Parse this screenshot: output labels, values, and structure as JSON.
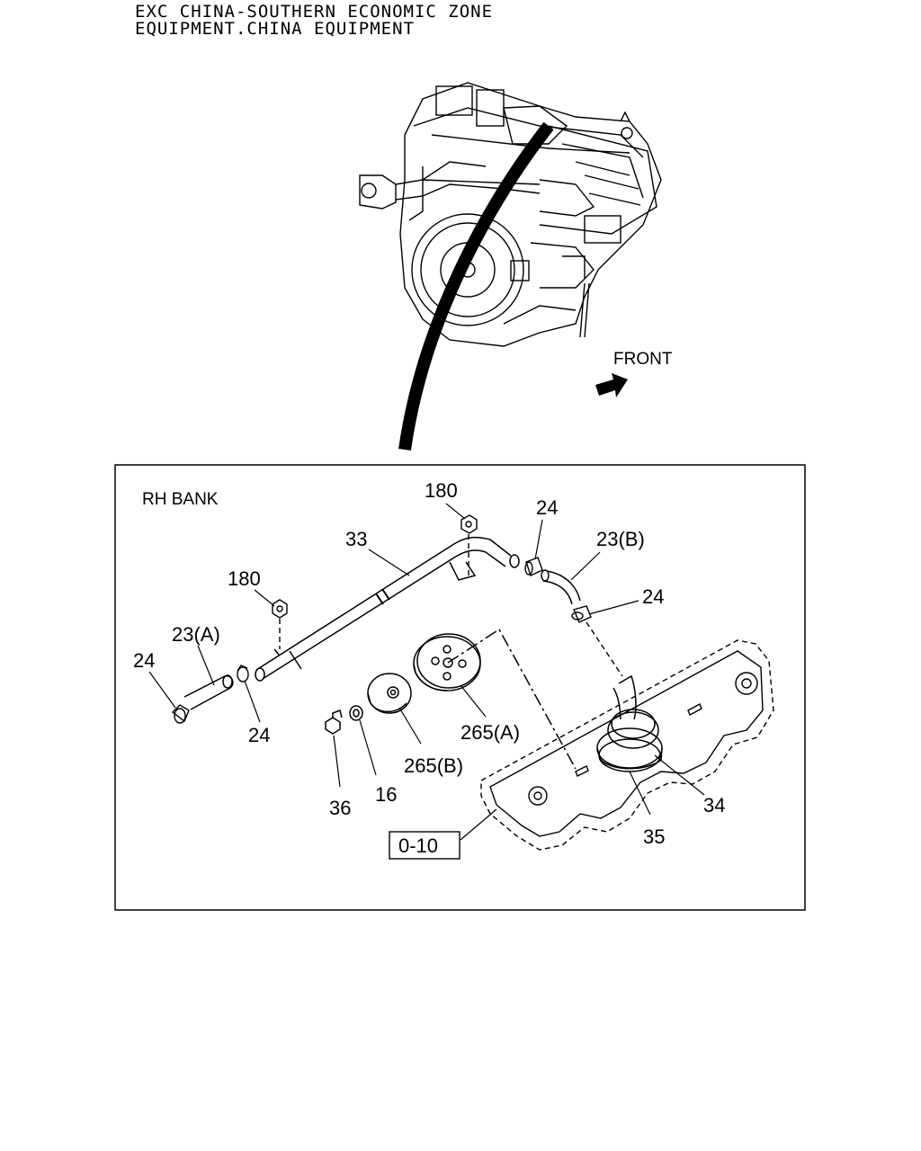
{
  "header": {
    "line1": "EXC CHINA-SOUTHERN ECONOMIC ZONE",
    "line2": "EQUIPMENT.CHINA EQUIPMENT"
  },
  "front_label": "FRONT",
  "detail": {
    "bank_label": "RH BANK",
    "ref_box": "0-10"
  },
  "callouts": {
    "c180_top": "180",
    "c24_top": "24",
    "c33": "33",
    "c23b": "23(B)",
    "c180_left": "180",
    "c24_right": "24",
    "c23a": "23(A)",
    "c24_far_left": "24",
    "c24_bottom": "24",
    "c265a": "265(A)",
    "c265b": "265(B)",
    "c16": "16",
    "c36": "36",
    "c34": "34",
    "c35": "35"
  }
}
